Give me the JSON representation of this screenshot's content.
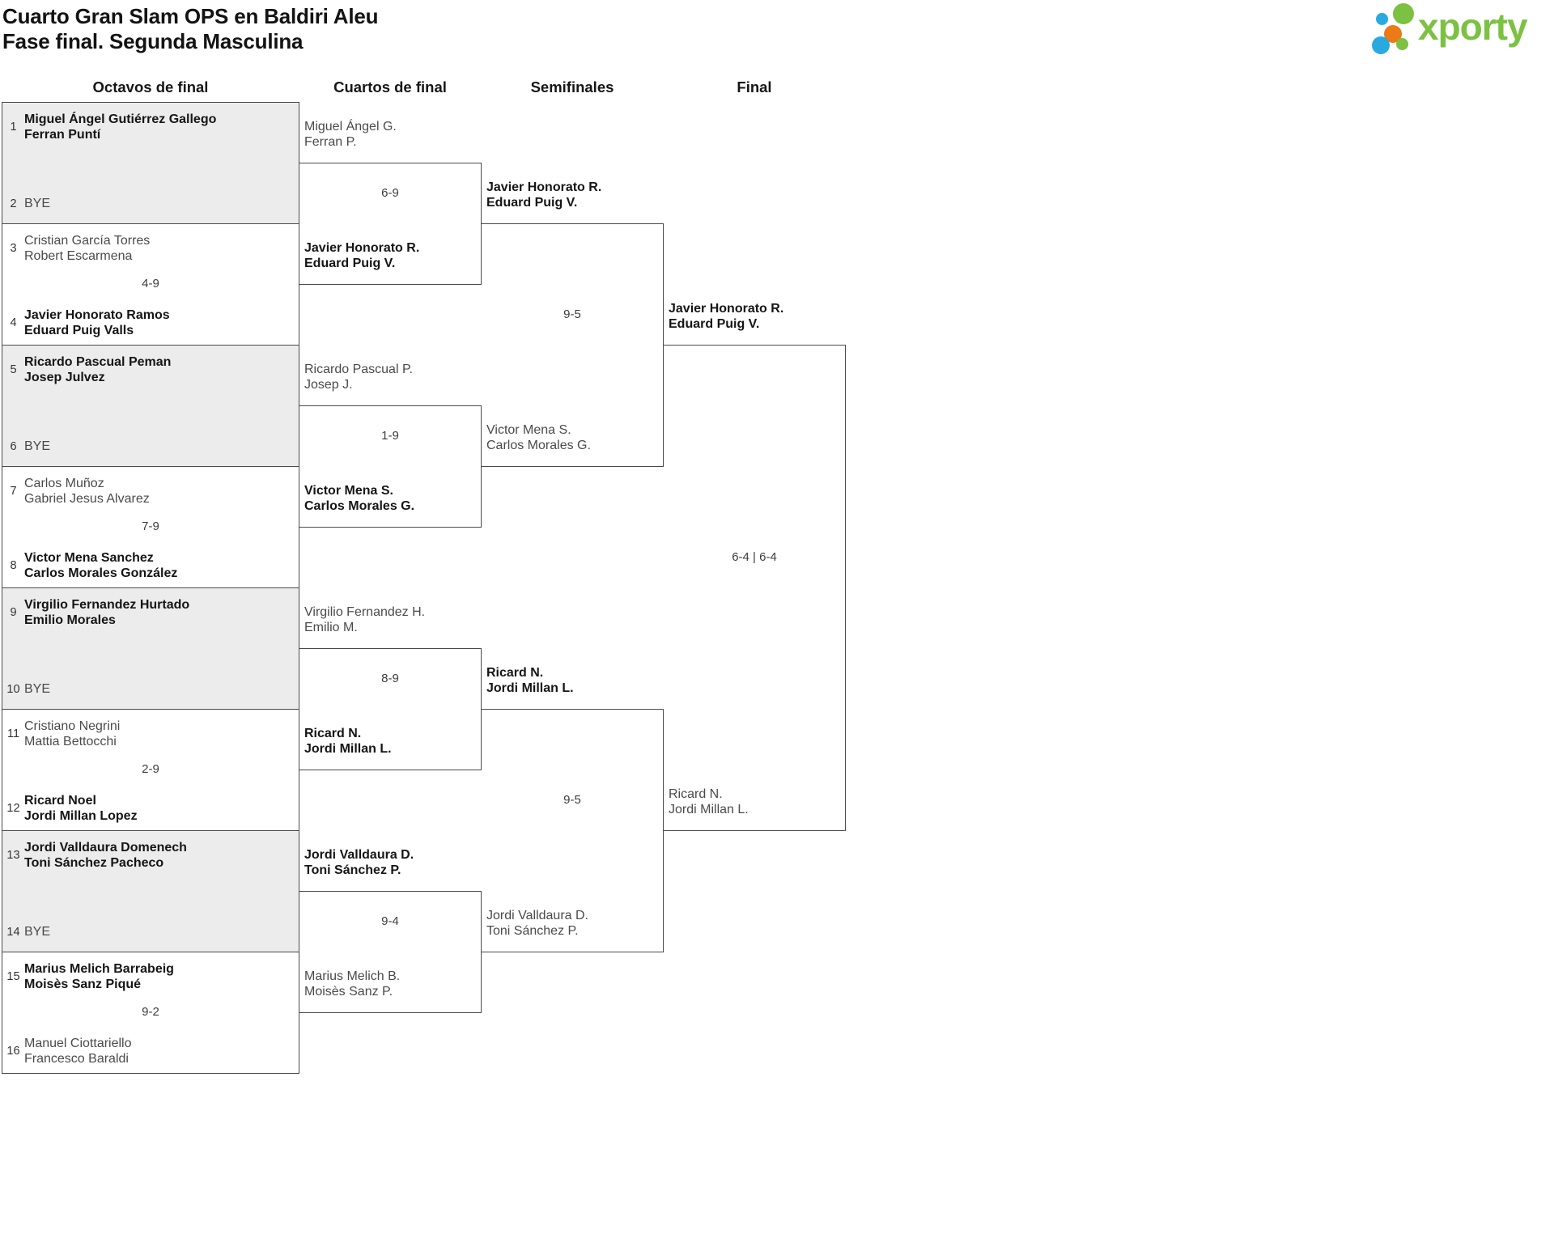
{
  "page": {
    "title_line1": "Cuarto Gran Slam OPS en Baldiri Aleu",
    "title_line2": "Fase final. Segunda Masculina"
  },
  "logo": {
    "text": "xporty",
    "green": "#7CC142",
    "blue": "#2AA9E0",
    "orange": "#EC7A16"
  },
  "round_headers": [
    "Octavos de final",
    "Cuartos de final",
    "Semifinales",
    "Final"
  ],
  "octavos": [
    {
      "seed_a": "1",
      "a1": "Miguel Ángel Gutiérrez Gallego",
      "a2": "Ferran Puntí",
      "seed_b": "2",
      "b1": "BYE",
      "b2": "",
      "score": ""
    },
    {
      "seed_a": "3",
      "a1": "Cristian García Torres",
      "a2": "Robert Escarmena",
      "seed_b": "4",
      "b1": "Javier Honorato Ramos",
      "b2": "Eduard Puig Valls",
      "score": "4-9"
    },
    {
      "seed_a": "5",
      "a1": "Ricardo Pascual Peman",
      "a2": "Josep Julvez",
      "seed_b": "6",
      "b1": "BYE",
      "b2": "",
      "score": ""
    },
    {
      "seed_a": "7",
      "a1": "Carlos Muñoz",
      "a2": "Gabriel Jesus Alvarez",
      "seed_b": "8",
      "b1": "Victor Mena Sanchez",
      "b2": "Carlos Morales González",
      "score": "7-9"
    },
    {
      "seed_a": "9",
      "a1": "Virgilio Fernandez Hurtado",
      "a2": "Emilio Morales",
      "seed_b": "10",
      "b1": "BYE",
      "b2": "",
      "score": ""
    },
    {
      "seed_a": "11",
      "a1": "Cristiano Negrini",
      "a2": "Mattia Bettocchi",
      "seed_b": "12",
      "b1": "Ricard Noel",
      "b2": "Jordi Millan Lopez",
      "score": "2-9"
    },
    {
      "seed_a": "13",
      "a1": "Jordi Valldaura Domenech",
      "a2": "Toni Sánchez Pacheco",
      "seed_b": "14",
      "b1": "BYE",
      "b2": "",
      "score": ""
    },
    {
      "seed_a": "15",
      "a1": "Marius Melich Barrabeig",
      "a2": "Moisès Sanz Piqué",
      "seed_b": "16",
      "b1": "Manuel Ciottariello",
      "b2": "Francesco Baraldi",
      "score": "9-2"
    }
  ],
  "cuartos": [
    {
      "a1": "Miguel Ángel G.",
      "a2": "Ferran P.",
      "b1": "Javier Honorato R.",
      "b2": "Eduard Puig V.",
      "score": "6-9"
    },
    {
      "a1": "Ricardo Pascual P.",
      "a2": "Josep J.",
      "b1": "Victor Mena S.",
      "b2": "Carlos Morales G.",
      "score": "1-9"
    },
    {
      "a1": "Virgilio Fernandez H.",
      "a2": "Emilio M.",
      "b1": "Ricard N.",
      "b2": "Jordi Millan L.",
      "score": "8-9"
    },
    {
      "a1": "Jordi Valldaura D.",
      "a2": "Toni Sánchez P.",
      "b1": "Marius Melich B.",
      "b2": "Moisès Sanz P.",
      "score": "9-4"
    }
  ],
  "semifinales": [
    {
      "a1": "Javier Honorato R.",
      "a2": "Eduard Puig V.",
      "b1": "Victor Mena S.",
      "b2": "Carlos Morales G.",
      "score": "9-5"
    },
    {
      "a1": "Ricard N.",
      "a2": "Jordi Millan L.",
      "b1": "Jordi Valldaura D.",
      "b2": "Toni Sánchez P.",
      "score": "9-5"
    }
  ],
  "final": {
    "a1": "Javier Honorato R.",
    "a2": "Eduard Puig V.",
    "b1": "Ricard N.",
    "b2": "Jordi Millan L.",
    "score": "6-4 | 6-4"
  }
}
